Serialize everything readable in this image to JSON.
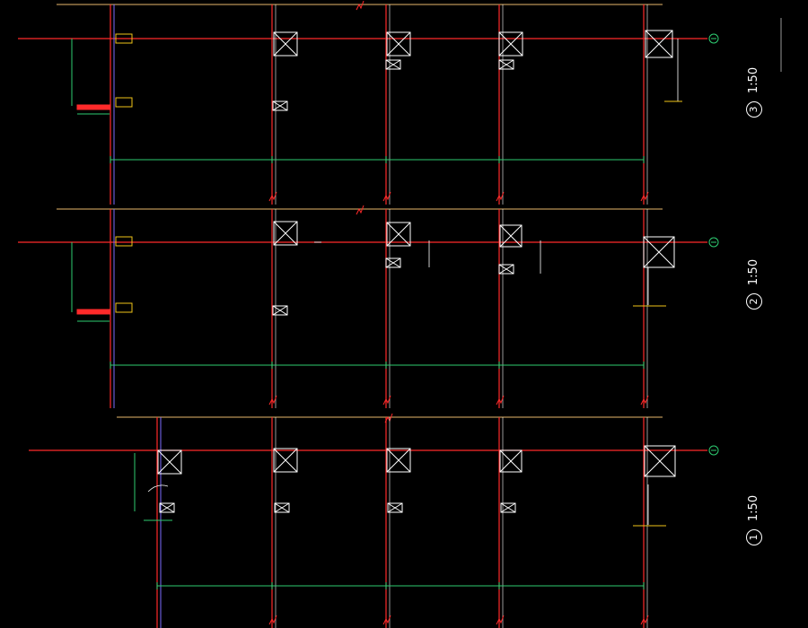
{
  "drawing": {
    "colors": {
      "background": "#000000",
      "column_line": "#ff2a2a",
      "dimension": "#2ecc71",
      "outline": "#ffffff",
      "beam": "#f0c419",
      "sub_line": "#7b6cff",
      "ref_line": "#e8b86d"
    },
    "sections": [
      {
        "id": "3",
        "scale": "1:50",
        "axis_tag": "A"
      },
      {
        "id": "2",
        "scale": "1:50",
        "axis_tag": "A"
      },
      {
        "id": "1",
        "scale": "1:50",
        "axis_tag": "A"
      }
    ]
  }
}
